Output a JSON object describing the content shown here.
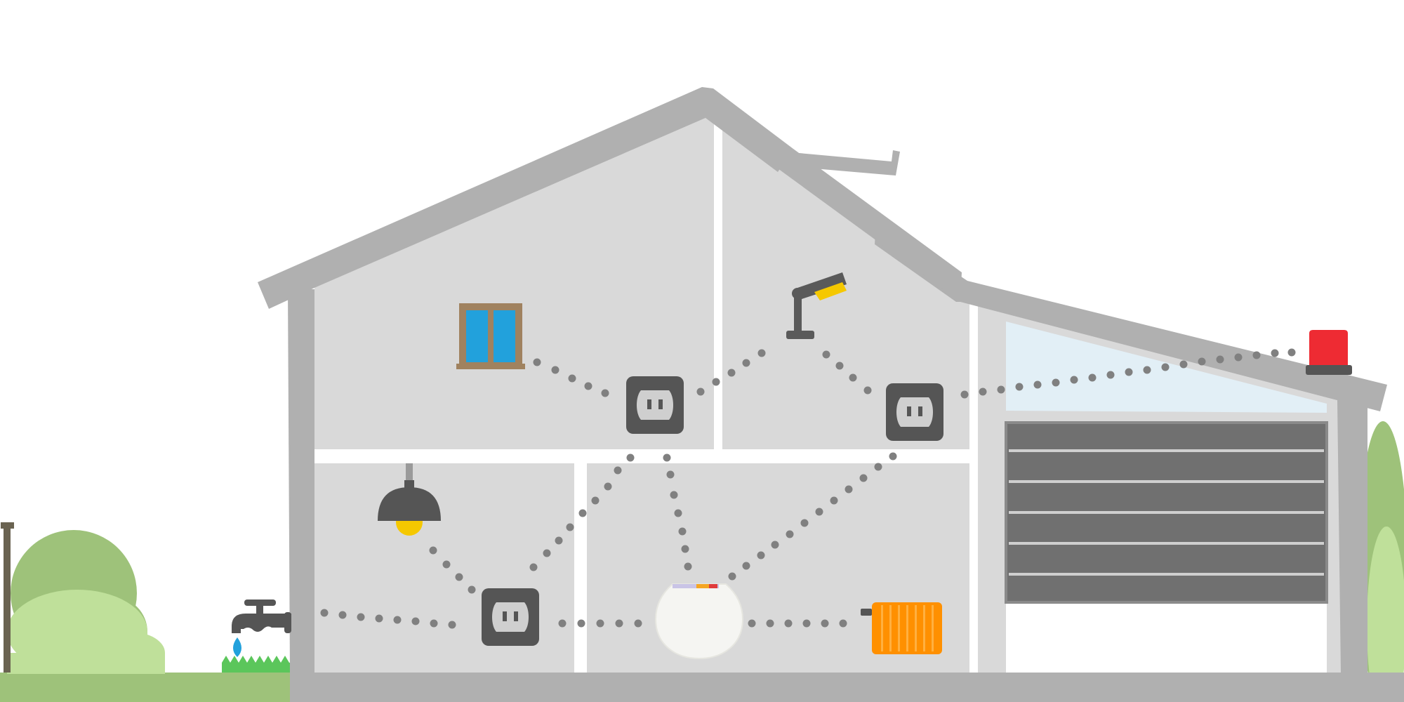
{
  "scene": {
    "house": {
      "wall_color": "#d9d9d9",
      "frame_color": "#b0b0b0",
      "divider_color": "#ffffff",
      "ground_color": "#9ec27a"
    },
    "devices": [
      {
        "id": "window",
        "icon": "window-icon",
        "frame_color": "#a0825f",
        "glass_color": "#22a1dc"
      },
      {
        "id": "ceiling-lamp",
        "icon": "pendant-lamp-icon",
        "bulb_color": "#f5c800"
      },
      {
        "id": "security-camera",
        "icon": "camera-icon",
        "accent_color": "#f5c800"
      },
      {
        "id": "smart-plug-upstairs-left",
        "icon": "power-outlet-icon"
      },
      {
        "id": "smart-plug-upstairs-right",
        "icon": "power-outlet-icon"
      },
      {
        "id": "smart-plug-downstairs",
        "icon": "power-outlet-icon"
      },
      {
        "id": "smart-speaker-hub",
        "icon": "smart-speaker-icon"
      },
      {
        "id": "radiator",
        "icon": "radiator-icon",
        "color": "#ff9000"
      },
      {
        "id": "garage-door",
        "icon": "garage-door-icon",
        "color": "#707070"
      },
      {
        "id": "alarm-siren",
        "icon": "siren-icon",
        "color": "#ee2b33"
      },
      {
        "id": "garden-tap",
        "icon": "water-tap-icon",
        "drop_color": "#22a1dc"
      }
    ],
    "connection_color": "#808080"
  }
}
